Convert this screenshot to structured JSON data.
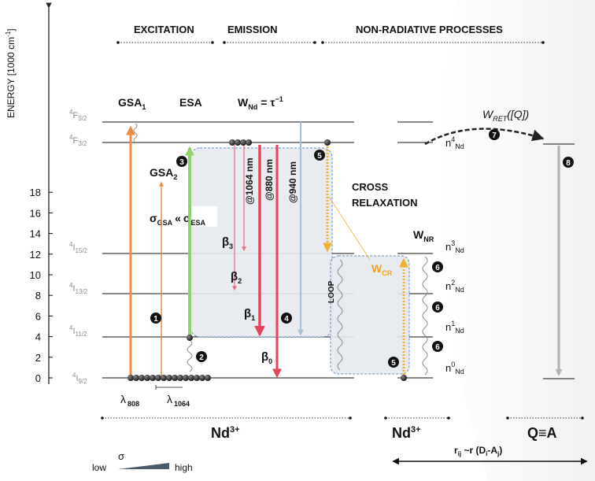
{
  "y_axis": {
    "label": "ENERGY [1000 cm",
    "label_sup": "-1",
    "label_end": "]",
    "ticks": [
      "0",
      "2",
      "4",
      "6",
      "8",
      "10",
      "12",
      "14",
      "16",
      "18"
    ]
  },
  "headers": {
    "excitation": "EXCITATION",
    "emission": "EMISSION",
    "nonradiative": "NON-RADIATIVE PROCESSES"
  },
  "levels": {
    "i92": {
      "sup": "4",
      "base": "I",
      "sub": "9/2"
    },
    "i112": {
      "sup": "4",
      "base": "I",
      "sub": "11/2"
    },
    "i132": {
      "sup": "4",
      "base": "I",
      "sub": "13/2"
    },
    "i152": {
      "sup": "4",
      "base": "I",
      "sub": "15/2"
    },
    "f32": {
      "sup": "4",
      "base": "F",
      "sub": "3/2"
    },
    "f52": {
      "sup": "4",
      "base": "F",
      "sub": "5/2"
    }
  },
  "excitation": {
    "gsa1": {
      "base": "GSA",
      "sub": "1"
    },
    "esa": "ESA",
    "gsa2": {
      "base": "GSA",
      "sub": "2"
    },
    "sigma_rel": {
      "s1": "σ",
      "s1sub": "GSA",
      "rel": "«",
      "s2": "σ",
      "s2sub": "ESA"
    },
    "lambda808": {
      "base": "λ",
      "sub": "808"
    },
    "lambda1064": {
      "base": "λ",
      "sub": "1064"
    }
  },
  "emission": {
    "wnd": {
      "base": "W",
      "sub": "Nd",
      "eq": "= τ",
      "sup": "−1"
    },
    "lines": [
      "@1064 nm",
      "@880 nm",
      "@940 nm"
    ],
    "beta3": {
      "base": "β",
      "sub": "3"
    },
    "beta2": {
      "base": "β",
      "sub": "2"
    },
    "beta1": {
      "base": "β",
      "sub": "1"
    },
    "beta0": {
      "base": "β",
      "sub": "0"
    }
  },
  "nonrad": {
    "cross_relaxation": [
      "CROSS",
      "RELAXATION"
    ],
    "loop": "LOOP",
    "wcr": {
      "base": "W",
      "sub": "CR"
    },
    "wnr": {
      "base": "W",
      "sub": "NR"
    },
    "n_levels": [
      {
        "base": "n",
        "sup": "4",
        "sub": "Nd"
      },
      {
        "base": "n",
        "sup": "3",
        "sub": "Nd"
      },
      {
        "base": "n",
        "sup": "2",
        "sub": "Nd"
      },
      {
        "base": "n",
        "sup": "1",
        "sub": "Nd"
      },
      {
        "base": "n",
        "sup": "0",
        "sub": "Nd"
      }
    ],
    "wret": {
      "base": "W",
      "sub": "RET",
      "arg": "([Q])"
    }
  },
  "markers": {
    "m1": "1",
    "m2": "2",
    "m3": "3",
    "m4": "4",
    "m5a": "5",
    "m5b": "5",
    "m6a": "6",
    "m6b": "6",
    "m6c": "6",
    "m7": "7",
    "m8": "8"
  },
  "bottom": {
    "nd_left": {
      "base": "Nd",
      "sup": "3+"
    },
    "nd_right": {
      "base": "Nd",
      "sup": "3+"
    },
    "qa": "Q≡A",
    "rij": {
      "r": "r",
      "rsub": "ij",
      "mid": " ~r (D",
      "dsub": "i",
      "dash": "-A",
      "asub": "j",
      "end": ")"
    }
  },
  "sigma_scale": {
    "symbol": "σ",
    "low": "low",
    "high": "high"
  },
  "colors": {
    "orange": "#f08a3c",
    "green": "#8fd16a",
    "red": "#e8435a",
    "pink": "#ef8a9a",
    "blue": "#a8bfd8",
    "gold": "#f2b030",
    "gray_arrow": "#b0b0b0"
  }
}
